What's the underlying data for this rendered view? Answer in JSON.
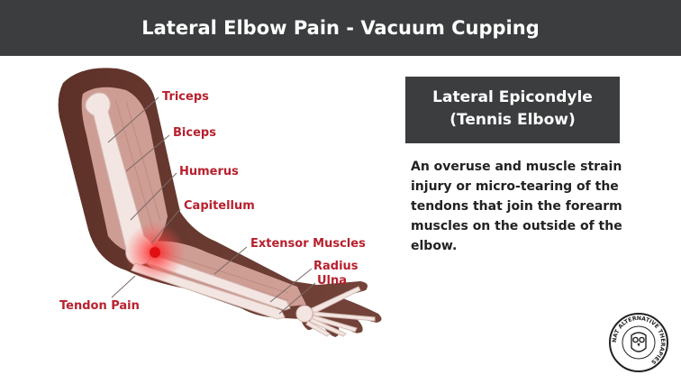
{
  "header": {
    "title": "Lateral Elbow Pain - Vacuum Cupping"
  },
  "labels": {
    "triceps": "Triceps",
    "biceps": "Biceps",
    "humerus": "Humerus",
    "capitellum": "Capitellum",
    "extensor_muscles": "Extensor Muscles",
    "radius": "Radius",
    "ulna": "Ulna",
    "tendon_pain": "Tendon Pain"
  },
  "info": {
    "title_line1": "Lateral Epicondyle",
    "title_line2": "(Tennis Elbow)",
    "description": "An overuse and muscle strain injury or micro-tearing of the tendons that join the forearm muscles on the outside of the elbow."
  },
  "logo": {
    "text": "NAT ALTERNATIVE THERAPIES"
  },
  "colors": {
    "header_bg": "#3b3d3e",
    "label_red": "#b8202e",
    "skin": "#6a3a30",
    "muscle": "#d8a8a0",
    "bone": "#f2e4e0"
  }
}
